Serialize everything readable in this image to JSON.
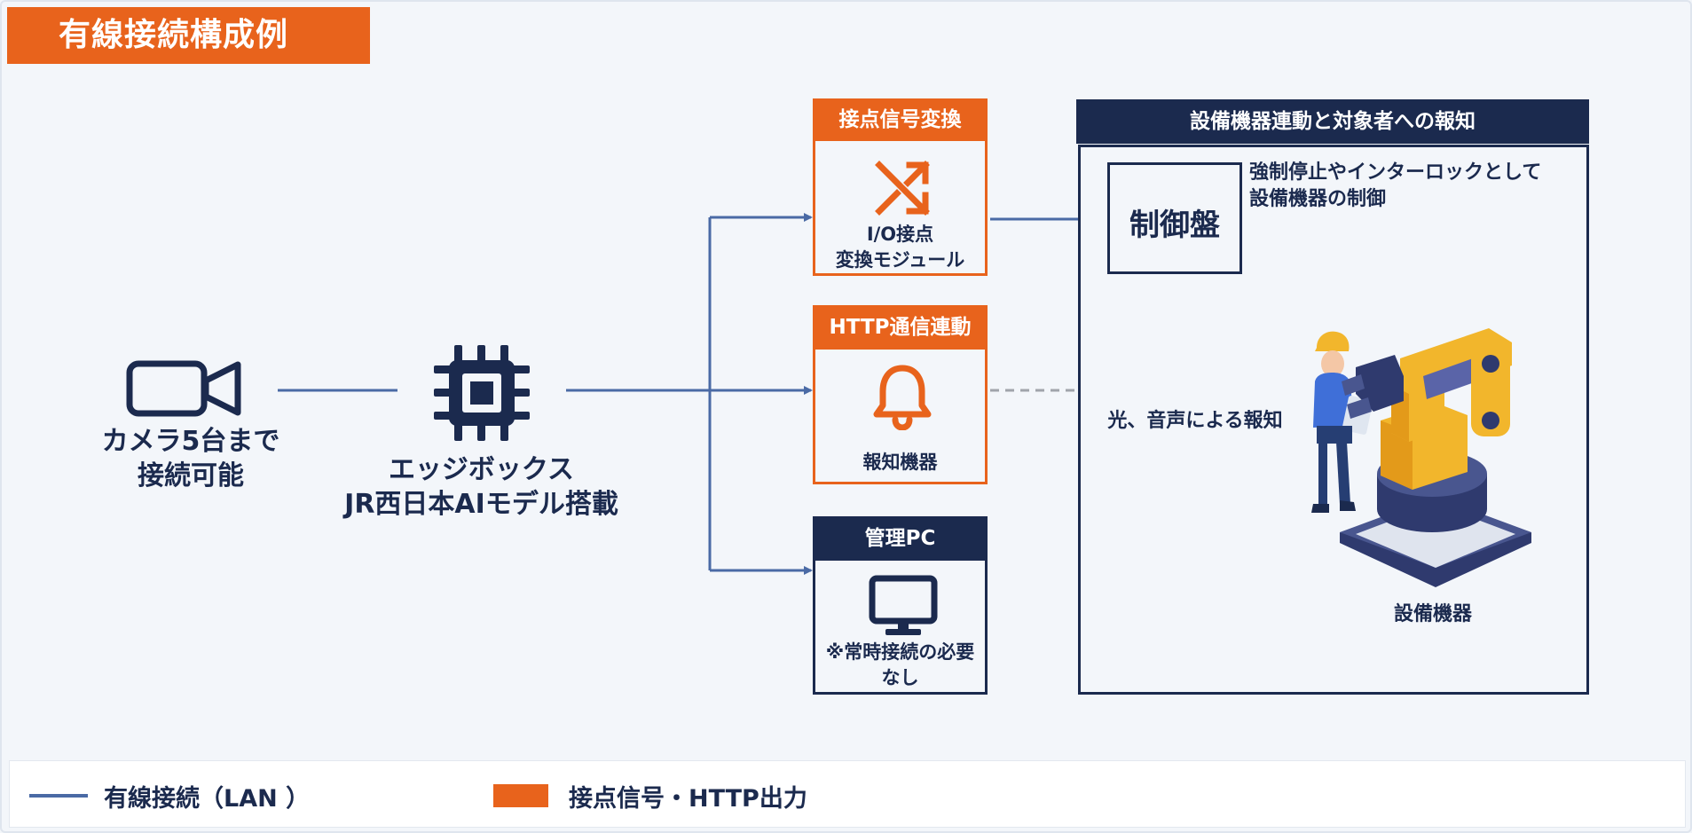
{
  "title": "有線接続構成例",
  "camera": {
    "line1": "カメラ5台まで",
    "line2": "接続可能"
  },
  "edge": {
    "line1": "エッジボックス",
    "line2": "JR西日本AIモデル搭載"
  },
  "io_module": {
    "header": "接点信号変換",
    "line1": "I/O接点",
    "line2": "変換モジュール"
  },
  "http": {
    "header": "HTTP通信連動",
    "text": "報知機器"
  },
  "pc": {
    "header": "管理PC",
    "line1": "※常時接続の必要",
    "line2": "なし"
  },
  "panel": {
    "header": "設備機器連動と対象者への報知",
    "control_board": "制御盤",
    "control_note1": "強制停止やインターロックとして",
    "control_note2": "設備機器の制御",
    "notify_note": "光、音声による報知",
    "equipment": "設備機器"
  },
  "legend": {
    "wired": "有線接続（LAN ）",
    "signal": "接点信号・HTTP出力"
  },
  "colors": {
    "navy": "#1b2a4e",
    "orange": "#e8631c",
    "line": "#4a6aa5",
    "dashed": "#a0a4ab"
  }
}
